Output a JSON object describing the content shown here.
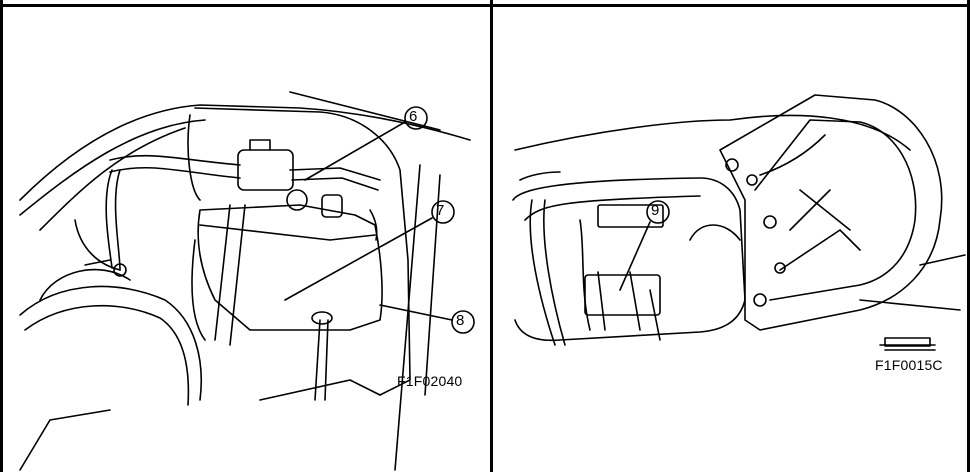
{
  "panels": [
    {
      "figure_code": "F1F02040",
      "callouts": [
        "6",
        "7",
        "8"
      ]
    },
    {
      "figure_code": "F1F0015C",
      "callouts": [
        "9"
      ]
    }
  ]
}
